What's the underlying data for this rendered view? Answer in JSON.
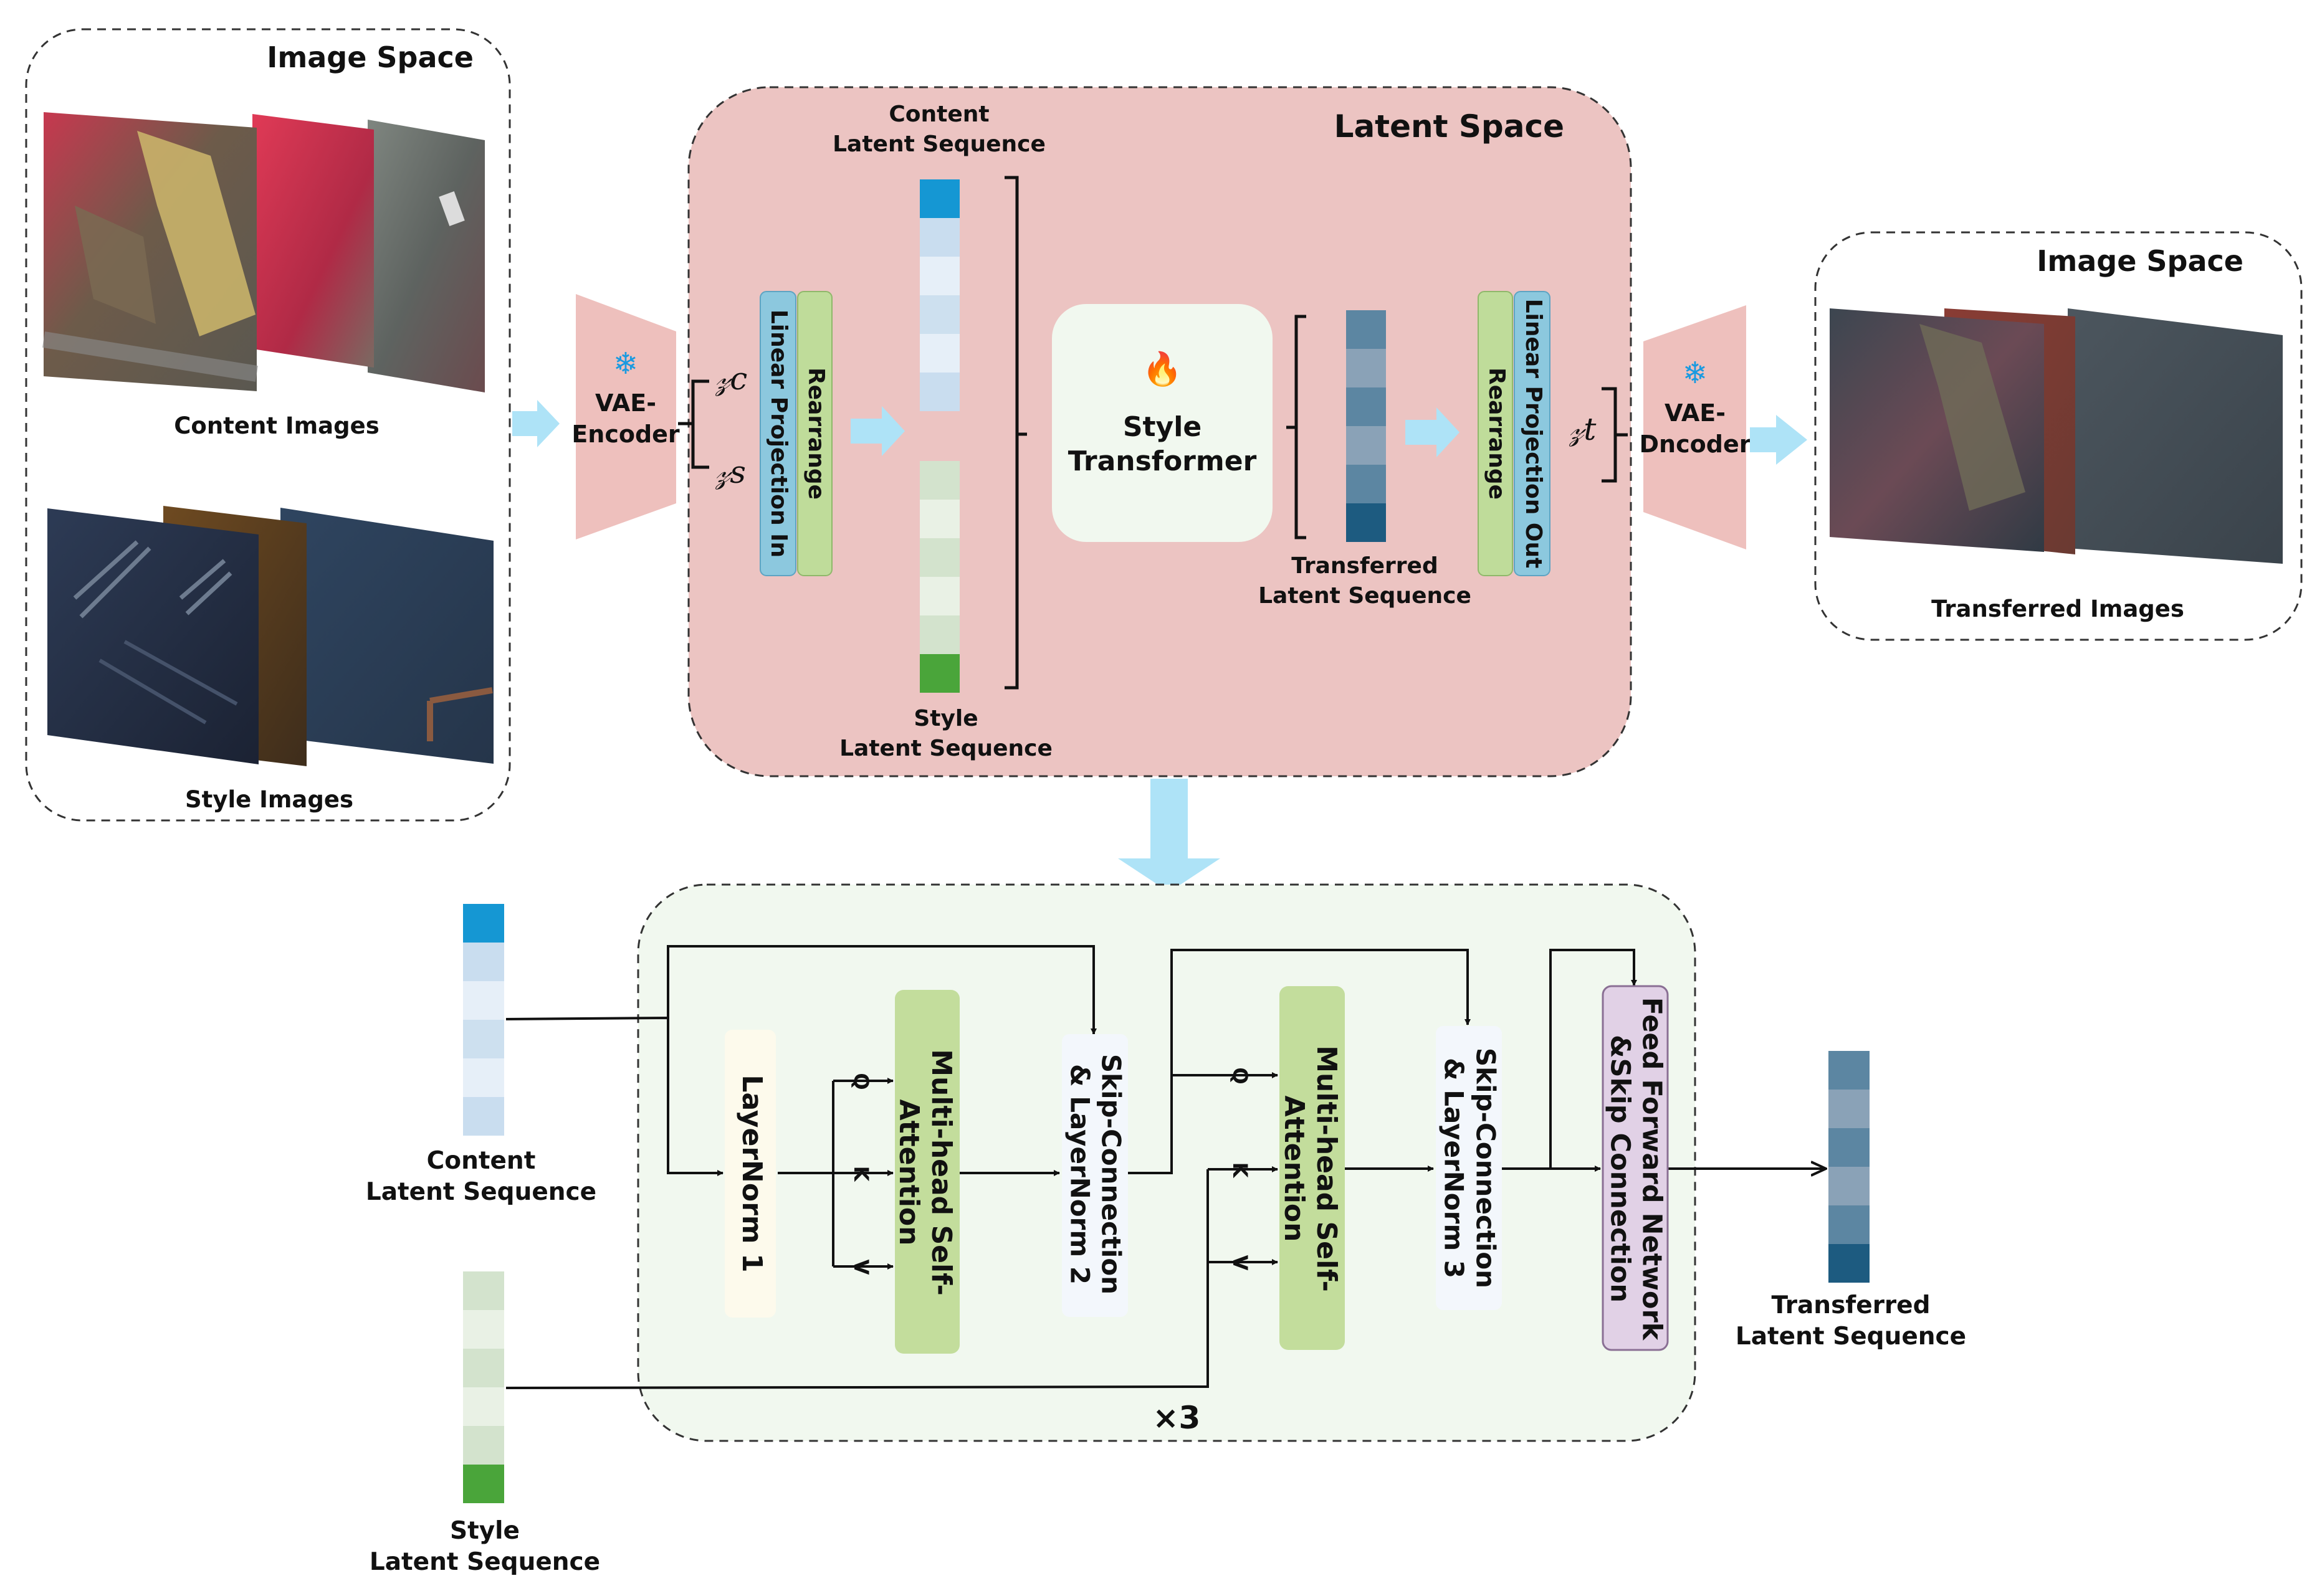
{
  "image_space_input": {
    "title": "Image Space",
    "content_caption": "Content Images",
    "style_caption": "Style Images"
  },
  "image_space_output": {
    "title": "Image Space",
    "caption": "Transferred Images"
  },
  "latent_space": {
    "title": "Latent Space",
    "content_seq_label": [
      "Content",
      "Latent Sequence"
    ],
    "style_seq_label": [
      "Style",
      "Latent Sequence"
    ],
    "transferred_seq_label": [
      "Transferred",
      "Latent Sequence"
    ],
    "proj_in_label": "Linear Projection In",
    "rearrange_in_label": "Rearrange",
    "rearrange_out_label": "Rearrange",
    "proj_out_label": "Linear Projection Out",
    "style_transformer_label": [
      "Style",
      "Transformer"
    ],
    "fire_icon_glyph": "🔥",
    "zc_symbol": "𝓏c",
    "zs_symbol": "𝓏s",
    "zt_symbol": "𝓏t"
  },
  "vae_encoder": {
    "label": [
      "VAE-",
      "Encoder"
    ],
    "icon_glyph": "❄"
  },
  "vae_decoder": {
    "label": [
      "VAE-",
      "Dncoder"
    ],
    "icon_glyph": "❄"
  },
  "detail": {
    "content_seq_label": [
      "Content",
      "Latent Sequence"
    ],
    "style_seq_label": [
      "Style",
      "Latent Sequence"
    ],
    "transferred_seq_label": [
      "Transferred",
      "Latent Sequence"
    ],
    "layernorm1": "LayerNorm 1",
    "mhsa1": [
      "Multi-head Self-",
      "Attention"
    ],
    "skip_ln2": [
      "Skip-Connection",
      "& LayerNorm 2"
    ],
    "mhsa2": [
      "Multi-head Self-",
      "Attention"
    ],
    "skip_ln3": [
      "Skip-Connection",
      "& LayerNorm 3"
    ],
    "ffn": [
      "Feed Forward Network",
      "&Skip Connection"
    ],
    "q_label": "Q",
    "k_label": "K",
    "v_label": "V",
    "repeat_label": "×3"
  },
  "colors": {
    "latent_bg": "#ecc4c2",
    "detail_bg": "#f1f8ef",
    "vae_shape": "#eec0bd",
    "arrow_blue": "#aee3f7",
    "proj_blue": "#8cc8de",
    "rearrange_green": "#bfdc9a",
    "mhsa_green": "#c3dd9c",
    "layernorm_fill": "#fdfaec",
    "skip_fill": "#f3f7fc",
    "ffn_purple": "#e1d1e6",
    "content_cells": [
      "#1597d3",
      "#c9ddef",
      "#e6eff8",
      "#cde0ef",
      "#e6eff8",
      "#c9ddef"
    ],
    "style_cells": [
      "#d3e3cd",
      "#e9f1e5",
      "#d3e3cd",
      "#e9f1e5",
      "#d3e3cd",
      "#4aa53a"
    ],
    "transferred_cells": [
      "#5c86a2",
      "#8aa2b7",
      "#5c86a2",
      "#8aa2b7",
      "#5c86a2",
      "#1d5b80"
    ]
  }
}
